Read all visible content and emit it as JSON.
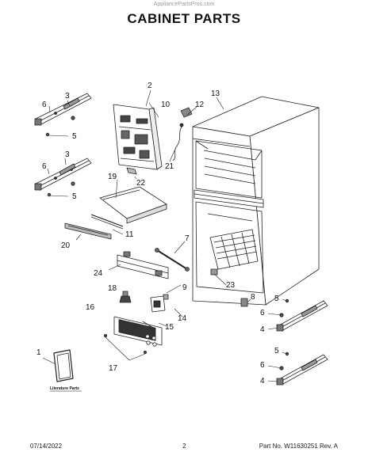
{
  "header": {
    "watermark": "AppliancePartsPros.com",
    "title": "CABINET PARTS"
  },
  "callouts": {
    "c1": "1",
    "c2": "2",
    "c3a": "3",
    "c3b": "3",
    "c4a": "4",
    "c4b": "4",
    "c5a": "5",
    "c5b": "5",
    "c5c": "5",
    "c5d": "5",
    "c6a": "6",
    "c6b": "6",
    "c6c": "6",
    "c6d": "6",
    "c7": "7",
    "c8": "8",
    "c9": "9",
    "c10": "10",
    "c11": "11",
    "c12": "12",
    "c13": "13",
    "c14": "14",
    "c15": "15",
    "c16": "16",
    "c17": "17",
    "c18": "18",
    "c19": "19",
    "c20": "20",
    "c21": "21",
    "c22": "22",
    "c23": "23",
    "c24": "24"
  },
  "literature_label": "Literature Parts",
  "footer": {
    "date": "07/14/2022",
    "page": "2",
    "part": "Part No. W11630251  Rev. A"
  }
}
